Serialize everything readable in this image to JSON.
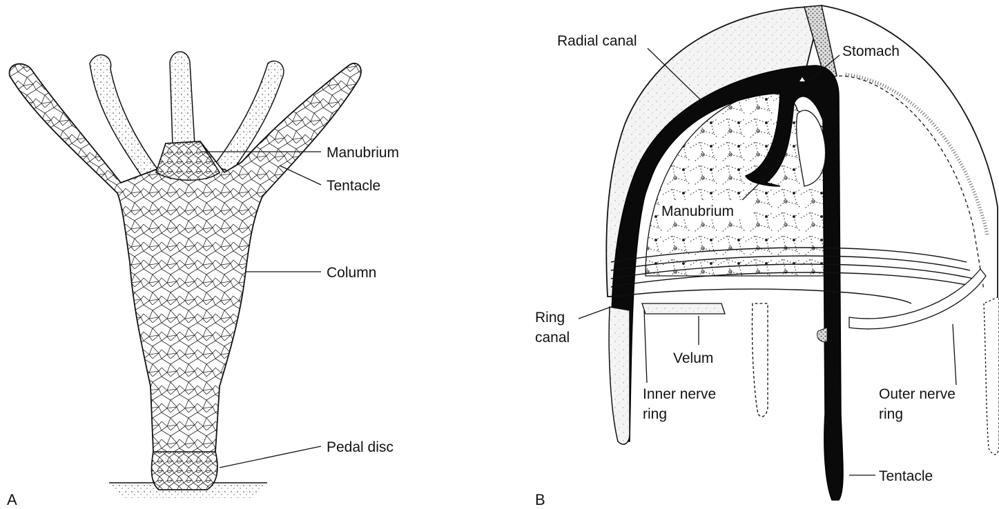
{
  "panel_a": {
    "letter": "A",
    "labels": {
      "manubrium": "Manubrium",
      "tentacle": "Tentacle",
      "column": "Column",
      "pedal_disc": "Pedal disc"
    }
  },
  "panel_b": {
    "letter": "B",
    "labels": {
      "radial_canal": "Radial canal",
      "stomach": "Stomach",
      "manubrium": "Manubrium",
      "ring_canal_1": "Ring",
      "ring_canal_2": "canal",
      "velum": "Velum",
      "inner_nerve_1": "Inner nerve",
      "inner_nerve_2": "ring",
      "outer_nerve_1": "Outer nerve",
      "outer_nerve_2": "ring",
      "tentacle": "Tentacle"
    }
  }
}
